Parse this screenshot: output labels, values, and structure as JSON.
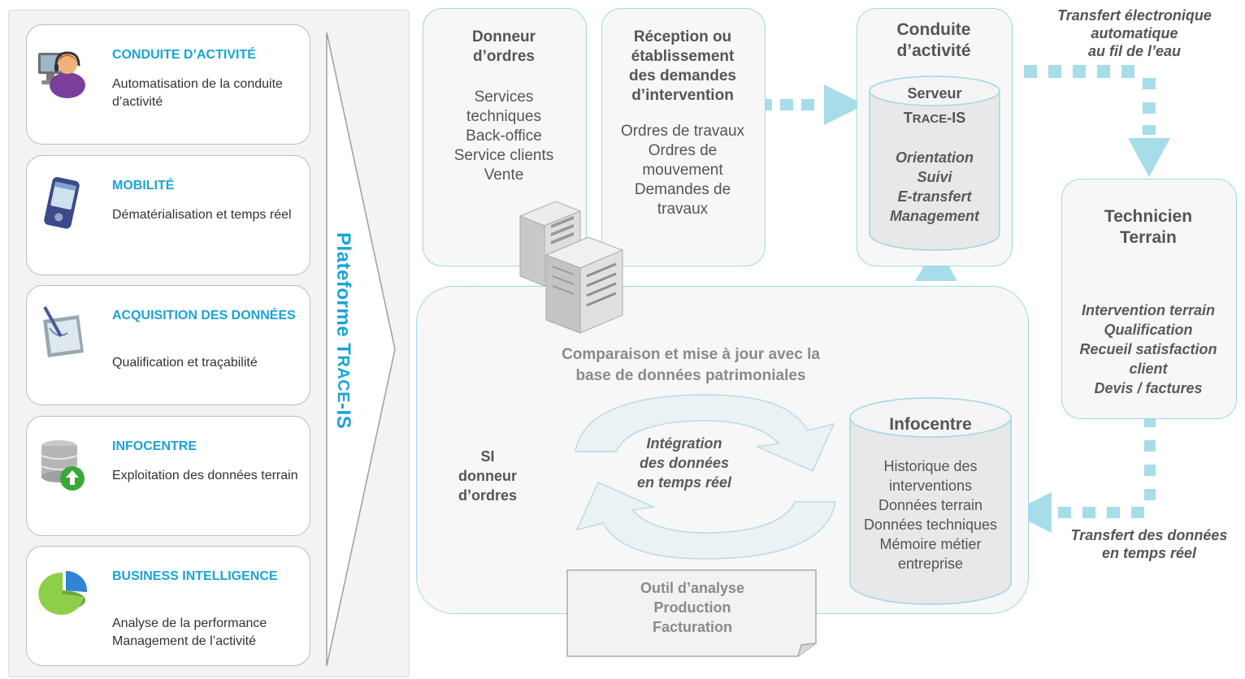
{
  "left_panel": {
    "cards": [
      {
        "icon": "agent-headset-icon",
        "title": "CONDUITE D’ACTIVITÉ",
        "desc": "Automatisation de la conduite d’activité"
      },
      {
        "icon": "mobile-device-icon",
        "title": "MOBILITÉ",
        "desc": "Dématérialisation et temps réel"
      },
      {
        "icon": "tablet-stylus-icon",
        "title": "ACQUISITION DES DONNÉES",
        "desc": "Qualification et traçabilité"
      },
      {
        "icon": "database-upload-icon",
        "title": "INFOCENTRE",
        "desc": "Exploitation des données terrain"
      },
      {
        "icon": "pie-chart-icon",
        "title": "BUSINESS INTELLIGENCE",
        "desc_lines": [
          "Analyse de la performance",
          "Management de l’activité"
        ]
      }
    ],
    "platform_label_a": "Plateforme T",
    "platform_label_sc": "RACE",
    "platform_label_b": "-IS"
  },
  "donneur": {
    "title_lines": [
      "Donneur",
      "d’ordres"
    ],
    "items": [
      "Services",
      "techniques",
      "Back-office",
      "Service clients",
      "Vente"
    ]
  },
  "reception": {
    "title_lines": [
      "Réception ou",
      "établissement",
      "des demandes",
      "d’intervention"
    ],
    "items": [
      "Ordres de travaux",
      "Ordres de",
      "mouvement",
      "Demandes de",
      "travaux"
    ]
  },
  "conduite": {
    "title_lines": [
      "Conduite",
      "d’activité"
    ],
    "serveur_label": "Serveur",
    "serveur_name_a": "T",
    "serveur_name_sc": "RACE",
    "serveur_name_b": "-IS",
    "items": [
      "Orientation",
      "Suivi",
      "E-transfert",
      "Management"
    ]
  },
  "technicien": {
    "title_lines": [
      "Technicien",
      "Terrain"
    ],
    "items": [
      "Intervention terrain",
      "Qualification",
      "Recueil satisfaction",
      "client",
      "Devis / factures"
    ]
  },
  "transfert_top": [
    "Transfert électronique",
    "automatique",
    "au fil de l’eau"
  ],
  "transfert_bottom": [
    "Transfert des données",
    "en temps réel"
  ],
  "comparaison": [
    "Comparaison et mise à jour avec la",
    "base de données patrimoniales"
  ],
  "si": [
    "SI",
    "donneur",
    "d’ordres"
  ],
  "integration": [
    "Intégration",
    "des données",
    "en temps réel"
  ],
  "infocentre": {
    "title": "Infocentre",
    "items": [
      "Historique des",
      "interventions",
      "Données terrain",
      "Données techniques",
      "Mémoire métier",
      "entreprise"
    ]
  },
  "outil": [
    "Outil d’analyse",
    "Production",
    "Facturation"
  ],
  "colors": {
    "accent": "#1aa3d6",
    "arrow": "#a6dde9",
    "border": "#9fd8e6"
  }
}
